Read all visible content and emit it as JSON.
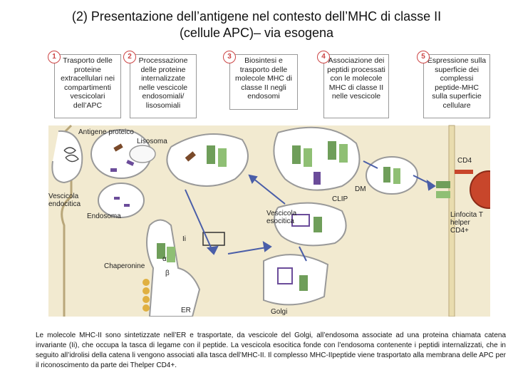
{
  "title": {
    "line1": "(2) Presentazione dell’antigene nel contesto dell’MHC di classe II",
    "line2": "(cellule APC)– via esogena"
  },
  "steps": [
    {
      "num": "1",
      "text": "Trasporto delle proteine extracellulari nei compartimenti vescicolari dell’APC"
    },
    {
      "num": "2",
      "text": "Processazione delle proteine internalizzate nelle vescicole endosomiali/ lisosomiali"
    },
    {
      "num": "3",
      "text": "Biosintesi e trasporto delle molecole MHC di classe II negli endosomi"
    },
    {
      "num": "4",
      "text": "Associazione dei peptidi processati con le molecole MHC di classe II nelle vescicole"
    },
    {
      "num": "5",
      "text": "Espressione sulla superficie dei complessi peptide-MHC sulla superficie cellulare"
    }
  ],
  "labels": {
    "antigene": "Antigene proteico",
    "lisosoma": "Lisosoma",
    "vescicola_endocitica": "Vescicola endocitica",
    "endosoma": "Endosoma",
    "vescicola_esocitica": "Vescicola esocitica",
    "dm": "DM",
    "clip": "CLIP",
    "cd4": "CD4",
    "linfocita": "Linfocita T helper CD4+",
    "chaperonine": "Chaperonine",
    "alpha": "α",
    "beta": "β",
    "er": "ER",
    "golgi": "Golgi",
    "ii": "Ii"
  },
  "caption": "Le molecole MHC-II sono sintetizzate nell’ER e trasportate, da vescicole del Golgi, all’endosoma associate ad una proteina chiamata catena invariante (Ii), che occupa la tasca di legame con il peptide. La vescicola esocitica fonde con l’endosoma contenente i peptidi internalizzati, che in seguito all’idrolisi della catena li vengono associati alla tasca dell’MHC-II. Il complesso MHC-IIpeptide viene trasportato alla membrana delle APC per il riconoscimento da parte dei Thelper CD4+.",
  "colors": {
    "background": "#f2ead0",
    "arrow": "#4a5ea8",
    "mhc": "#6f9e5a",
    "protein": "#7a4a2a",
    "tcell": "#c8462b",
    "peptide": "#6b4c9a"
  }
}
